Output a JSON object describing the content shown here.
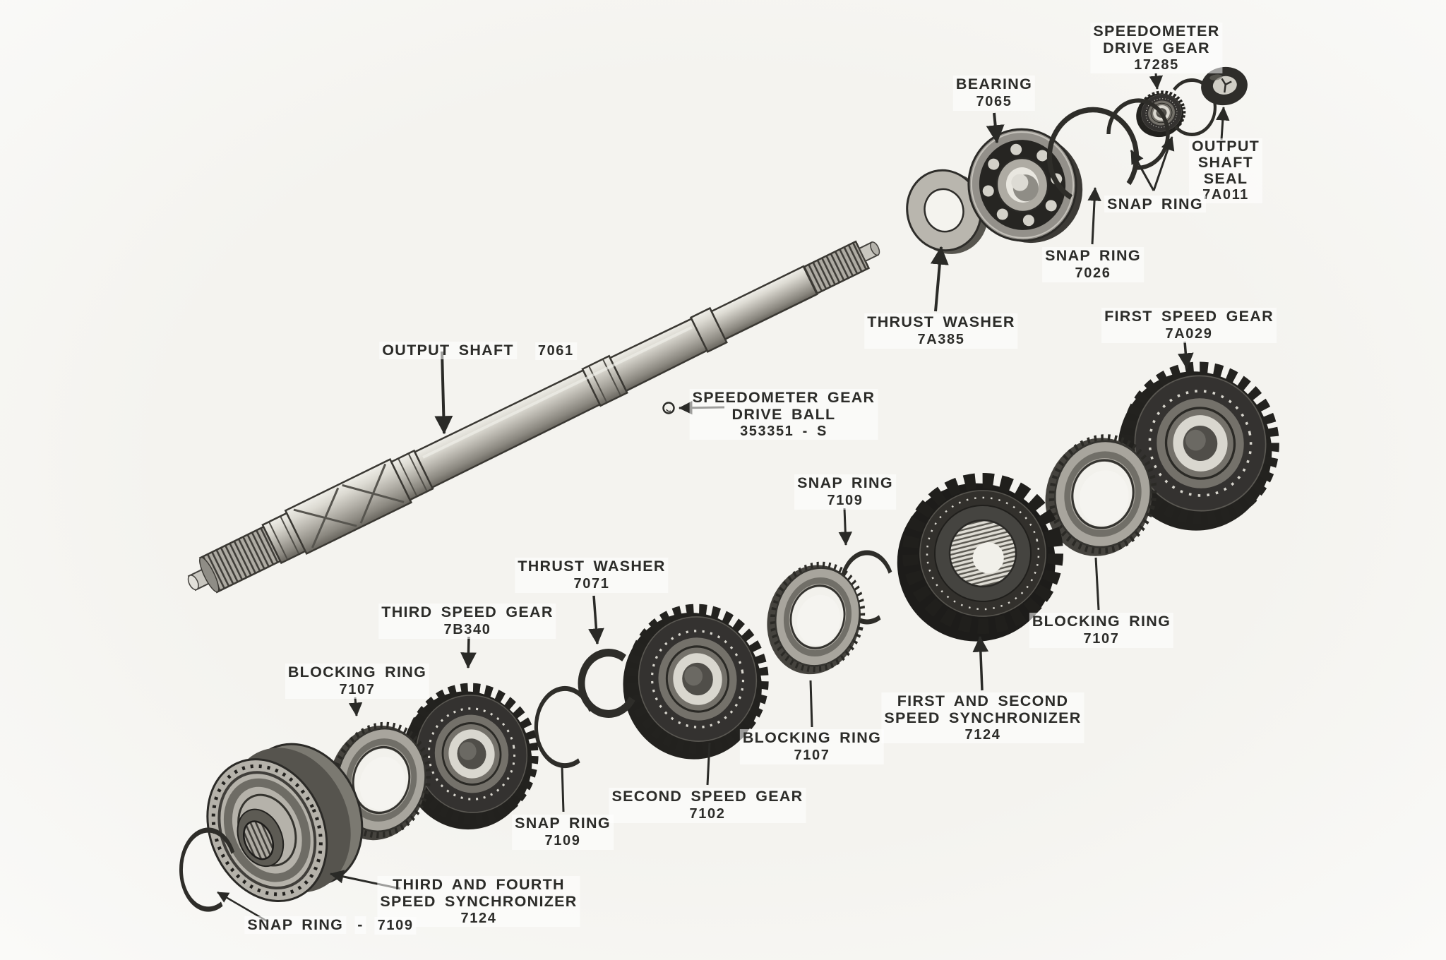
{
  "figure": "exploded transmission output shaft parts diagram",
  "colors": {
    "ink": "#2b2a27",
    "paper": "#f4f3ef"
  },
  "parts": [
    {
      "id": "output-shaft",
      "lines": [
        "OUTPUT SHAFT"
      ],
      "number": "7061"
    },
    {
      "id": "bearing",
      "lines": [
        "BEARING"
      ],
      "number": "7065"
    },
    {
      "id": "speedometer-drive-gear",
      "lines": [
        "SPEEDOMETER",
        "DRIVE GEAR"
      ],
      "number": "17285"
    },
    {
      "id": "output-shaft-seal",
      "lines": [
        "OUTPUT",
        "SHAFT",
        "SEAL"
      ],
      "number": "7A011"
    },
    {
      "id": "snap-ring-speedo",
      "lines": [
        "SNAP RING"
      ],
      "number": ""
    },
    {
      "id": "snap-ring-7026",
      "lines": [
        "SNAP RING"
      ],
      "number": "7026"
    },
    {
      "id": "thrust-washer-7a385",
      "lines": [
        "THRUST WASHER"
      ],
      "number": "7A385"
    },
    {
      "id": "first-speed-gear",
      "lines": [
        "FIRST SPEED GEAR"
      ],
      "number": "7A029"
    },
    {
      "id": "speedo-gear-drive-ball",
      "lines": [
        "SPEEDOMETER GEAR",
        "DRIVE BALL"
      ],
      "number": "353351 - S"
    },
    {
      "id": "snap-ring-7109-mid",
      "lines": [
        "SNAP RING"
      ],
      "number": "7109"
    },
    {
      "id": "first-second-synchronizer",
      "lines": [
        "FIRST AND SECOND",
        "SPEED SYNCHRONIZER"
      ],
      "number": "7124"
    },
    {
      "id": "blocking-ring-right",
      "lines": [
        "BLOCKING RING"
      ],
      "number": "7107"
    },
    {
      "id": "thrust-washer-7071",
      "lines": [
        "THRUST WASHER"
      ],
      "number": "7071"
    },
    {
      "id": "third-speed-gear",
      "lines": [
        "THIRD SPEED GEAR"
      ],
      "number": "7B340"
    },
    {
      "id": "blocking-ring-left",
      "lines": [
        "BLOCKING RING"
      ],
      "number": "7107"
    },
    {
      "id": "second-speed-gear",
      "lines": [
        "SECOND SPEED GEAR"
      ],
      "number": "7102"
    },
    {
      "id": "blocking-ring-middle",
      "lines": [
        "BLOCKING RING"
      ],
      "number": "7107"
    },
    {
      "id": "snap-ring-7109-lower",
      "lines": [
        "SNAP RING"
      ],
      "number": "7109"
    },
    {
      "id": "third-fourth-synchronizer",
      "lines": [
        "THIRD AND FOURTH",
        "SPEED SYNCHRONIZER"
      ],
      "number": "7124"
    },
    {
      "id": "snap-ring-7109-bottom",
      "lines": [
        "SNAP RING"
      ],
      "sep": "-",
      "number": "7109"
    }
  ]
}
